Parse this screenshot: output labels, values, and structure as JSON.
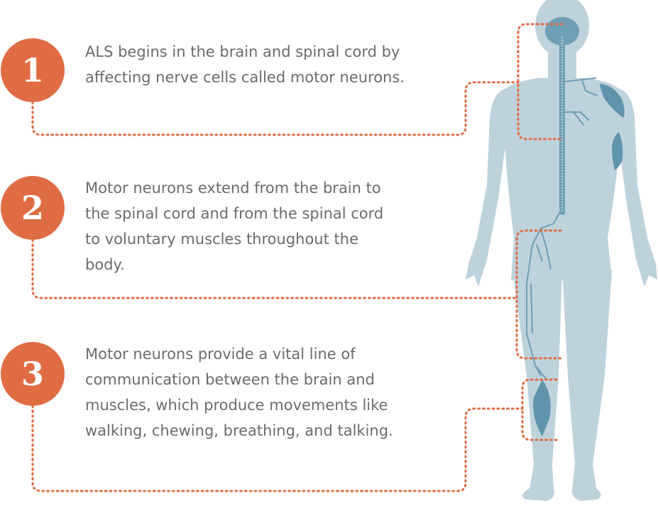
{
  "colors": {
    "accent": "#E06C44",
    "body": "#BED2DC",
    "nerve": "#6F9FB4",
    "muscle": "#5F94AC",
    "text": "#6B6B6B"
  },
  "steps": [
    {
      "number": "1",
      "text": "ALS begins in the brain and spinal cord by affecting nerve cells called motor neurons."
    },
    {
      "number": "2",
      "text": "Motor neurons extend from the brain to the spinal cord and from the spinal cord to voluntary muscles throughout the body."
    },
    {
      "number": "3",
      "text": "Motor neurons provide a vital line of communication between the brain and muscles, which produce movements like walking, chewing, breathing, and talking."
    }
  ]
}
